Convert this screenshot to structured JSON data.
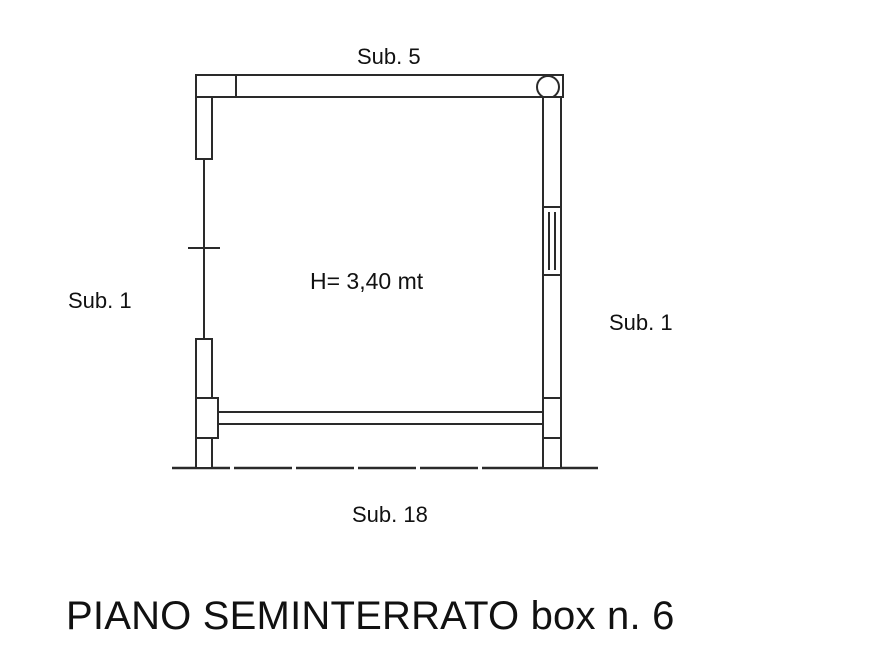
{
  "labels": {
    "top": "Sub. 5",
    "left": "Sub. 1",
    "right": "Sub. 1",
    "bottom": "Sub. 18",
    "height": "H= 3,40 mt"
  },
  "title": "PIANO SEMINTERRATO box n. 6",
  "colors": {
    "line": "#2a2a2a",
    "background": "#ffffff"
  }
}
